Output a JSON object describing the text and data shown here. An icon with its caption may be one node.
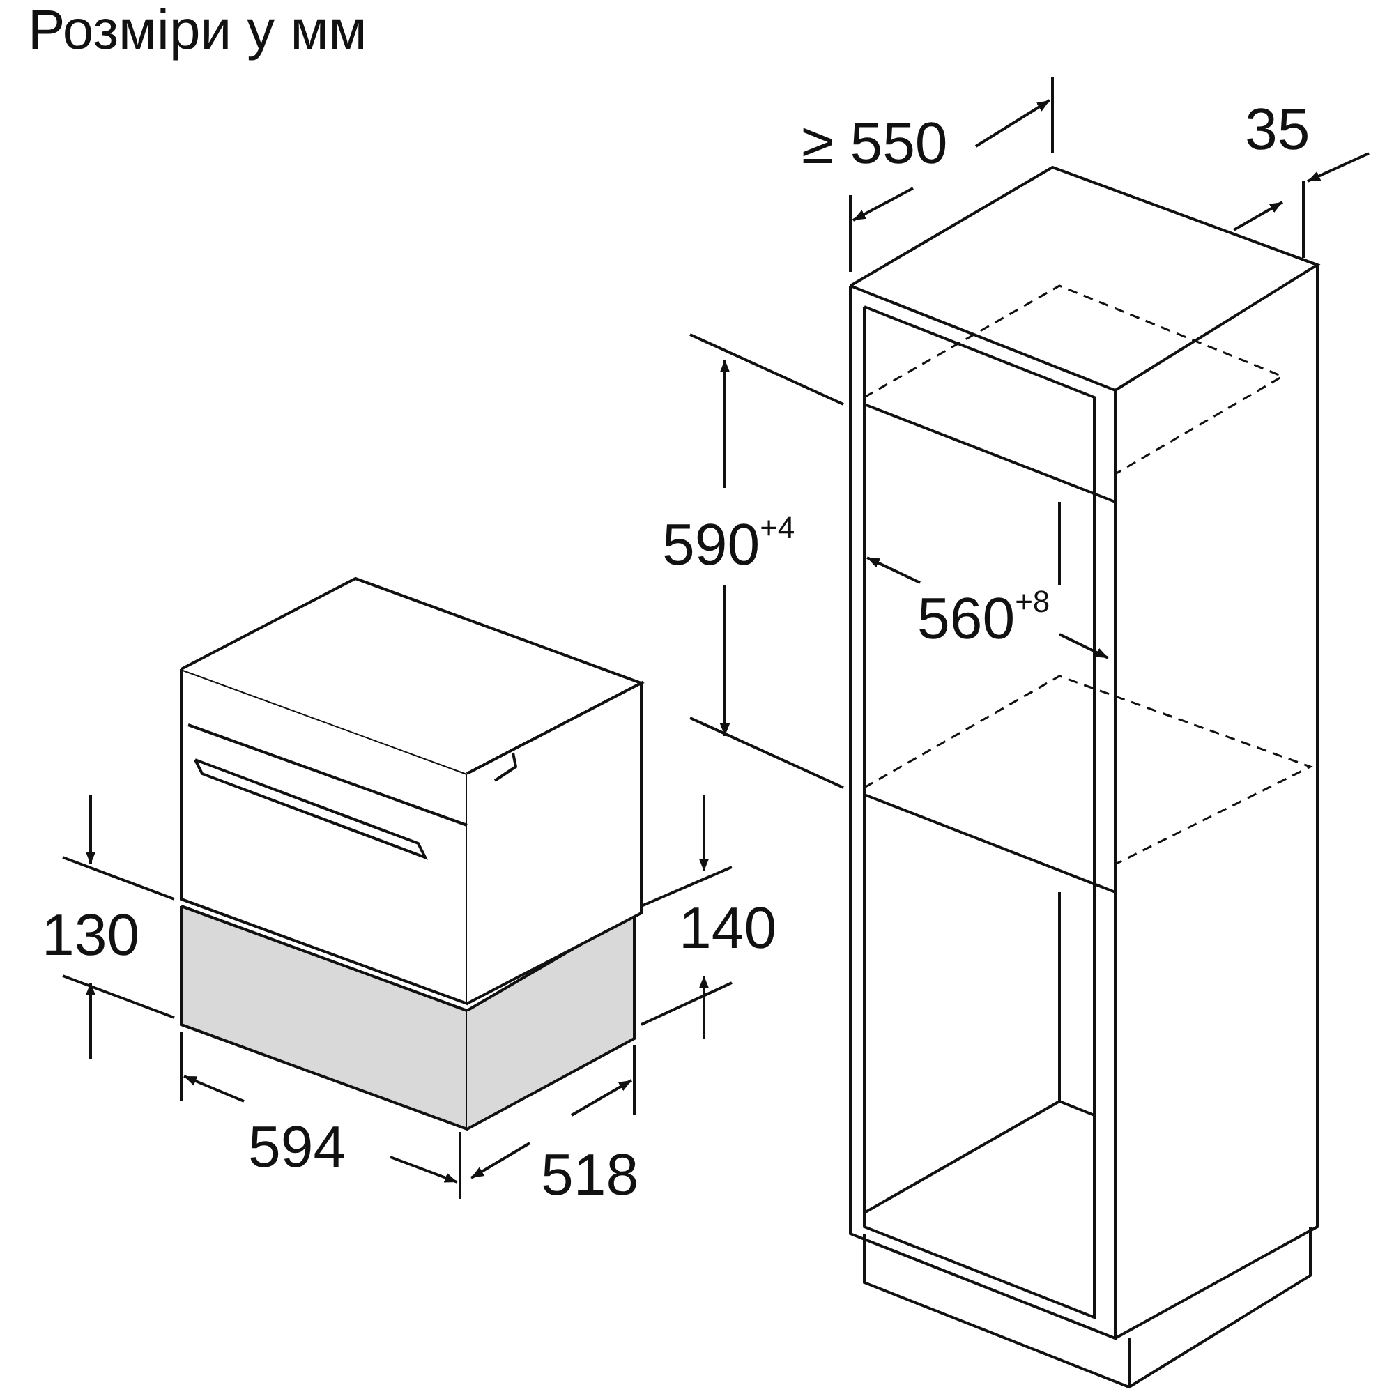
{
  "diagram": {
    "title": "Розміри у мм",
    "labels": [
      "≥ 550",
      "35",
      "590$^{+4}$",
      "560$^{+8}$",
      "130",
      "140",
      "594",
      "518"
    ]
  }
}
